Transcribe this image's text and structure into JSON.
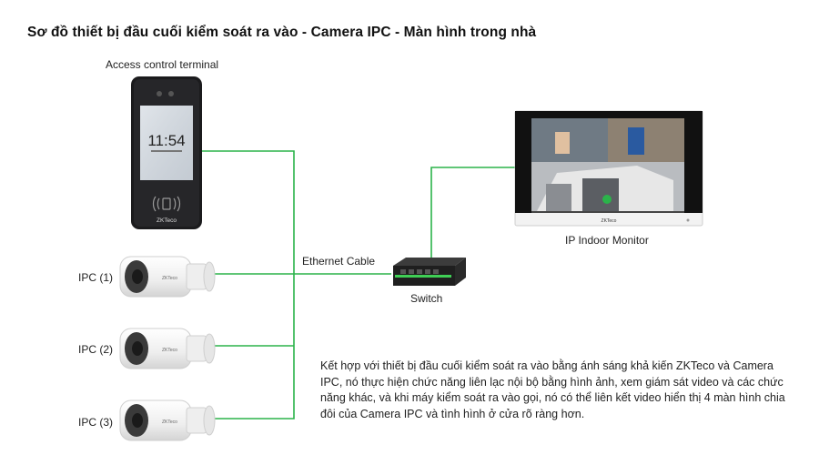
{
  "title": "Sơ đồ thiết bị đầu cuối kiểm soát ra vào - Camera IPC - Màn hình trong nhà",
  "nodes": {
    "terminal": {
      "label": "Access control terminal",
      "screen_time": "11:54",
      "brand": "ZKTeco"
    },
    "monitor": {
      "label": "IP Indoor Monitor",
      "brand": "ZKTeco"
    },
    "switch": {
      "label": "Switch"
    },
    "cameras": [
      {
        "label": "IPC (1)",
        "brand": "ZKTeco"
      },
      {
        "label": "IPC (2)",
        "brand": "ZKTeco"
      },
      {
        "label": "IPC (3)",
        "brand": "ZKTeco"
      }
    ]
  },
  "edges": {
    "cable_label": "Ethernet Cable",
    "color": "#2bb34a"
  },
  "description": "Kết hợp với thiết bị đầu cuối kiểm soát ra vào bằng ánh sáng khả kiến ZKTeco và Camera IPC, nó thực hiện chức năng liên lạc nội bộ bằng hình ảnh, xem giám sát video và các chức năng khác, và khi máy kiểm soát ra vào gọi, nó có thể liên kết video hiển thị 4 màn hình chia đôi của Camera IPC và tình hình ở cửa rõ ràng hơn."
}
